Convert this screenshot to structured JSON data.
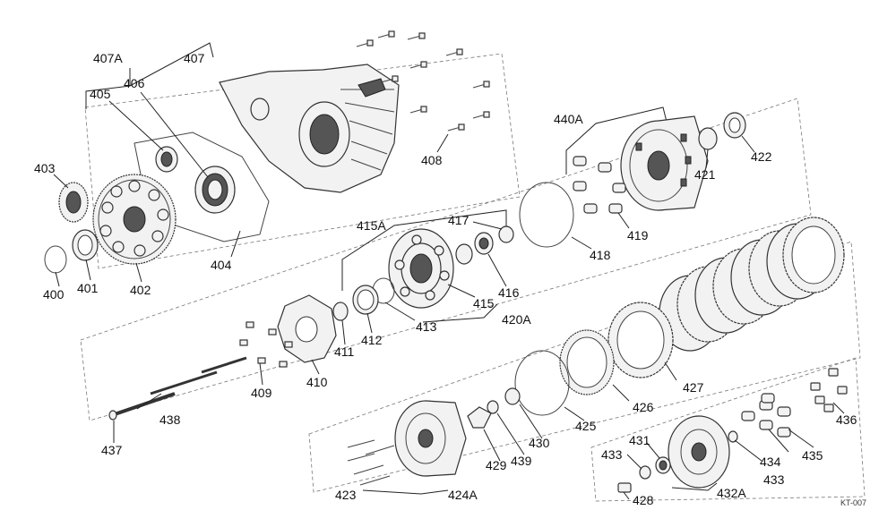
{
  "diagram": {
    "drawing_code": "KT-007",
    "labels": {
      "p400": "400",
      "p401": "401",
      "p402": "402",
      "p403": "403",
      "p404": "404",
      "p405": "405",
      "p406": "406",
      "p407": "407",
      "p407A": "407A",
      "p408": "408",
      "p409": "409",
      "p410": "410",
      "p411": "411",
      "p412": "412",
      "p413": "413",
      "p415": "415",
      "p415A": "415A",
      "p416": "416",
      "p417": "417",
      "p418": "418",
      "p419": "419",
      "p420A": "420A",
      "p421": "421",
      "p422": "422",
      "p423": "423",
      "p424A": "424A",
      "p425": "425",
      "p426": "426",
      "p427": "427",
      "p428": "428",
      "p429": "429",
      "p430": "430",
      "p431": "431",
      "p432A": "432A",
      "p433a": "433",
      "p433b": "433",
      "p434": "434",
      "p435": "435",
      "p436": "436",
      "p437": "437",
      "p438": "438",
      "p439": "439",
      "p440A": "440A"
    }
  }
}
